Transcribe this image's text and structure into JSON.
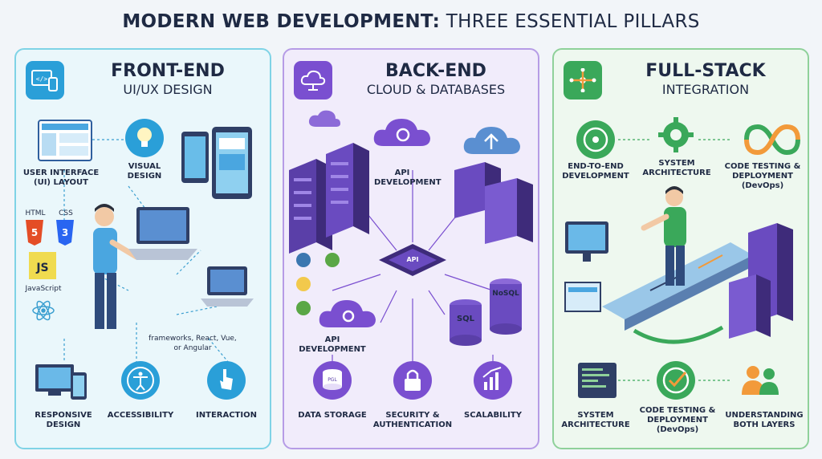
{
  "header": {
    "title_bold": "MODERN WEB DEVELOPMENT:",
    "title_rest": " THREE ESSENTIAL PILLARS"
  },
  "frontend": {
    "title": "FRONT-END",
    "subtitle": "UI/UX DESIGN",
    "labels": {
      "ui_layout": "USER INTERFACE (UI) LAYOUT",
      "visual_design": "VISUAL DESIGN",
      "html": "HTML",
      "css": "CSS",
      "js": "JS",
      "javascript": "JavaScript",
      "frameworks": "frameworks, React, Vue, or Angular",
      "responsive": "RESPONSIVE DESIGN",
      "accessibility": "ACCESSIBILITY",
      "interaction": "INTERACTION"
    }
  },
  "backend": {
    "title": "BACK-END",
    "subtitle": "CLOUD & DATABASES",
    "labels": {
      "api_dev_top": "API DEVELOPMENT",
      "api_chip": "API",
      "nosql": "NoSQL",
      "sql": "SQL",
      "api_dev_bottom": "API DEVELOPMENT",
      "pgl": "PGL",
      "data_storage": "DATA STORAGE",
      "security": "SECURITY & AUTHENTICATION",
      "scalability": "SCALABILITY"
    }
  },
  "fullstack": {
    "title": "FULL-STACK",
    "subtitle": "INTEGRATION",
    "labels": {
      "e2e": "END-TO-END DEVELOPMENT",
      "sys_arch_top": "SYSTEM ARCHITECTURE",
      "code_testing_top": "CODE TESTING & DEPLOYMENT (DevOps)",
      "sys_arch_bottom": "SYSTEM ARCHITECTURE",
      "code_testing_bottom": "CODE TESTING & DEPLOYMENT (DevOps)",
      "both_layers": "UNDERSTANDING BOTH LAYERS"
    }
  },
  "colors": {
    "frontend_accent": "#2a9fd8",
    "backend_accent": "#7a4fd0",
    "fullstack_accent": "#3aa85a",
    "text": "#1f2a44"
  }
}
